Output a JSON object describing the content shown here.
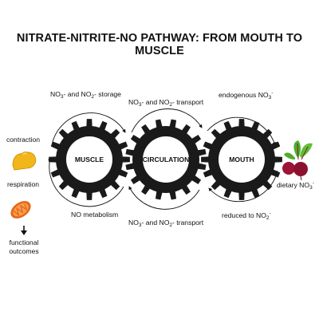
{
  "title": "NITRATE-NITRITE-NO PATHWAY: FROM MOUTH TO MUSCLE",
  "gears": {
    "muscle": "MUSCLE",
    "circulation": "CIRCULATION",
    "mouth": "MOUTH"
  },
  "labels": {
    "storage_a": "NO",
    "storage_a_sub": "3",
    "storage_b": "- and NO",
    "storage_b_sub": "2",
    "storage_c": "- storage",
    "transport_top_a": "NO",
    "transport_top_a_sub": "3",
    "transport_top_b": "- and NO",
    "transport_top_b_sub": "2",
    "transport_top_c": "- transport",
    "endogenous_a": "endogenous NO",
    "endogenous_sub": "3",
    "endogenous_sup": "-",
    "no_metabolism": "NO metabolism",
    "transport_bottom_a": "NO",
    "transport_bottom_a_sub": "3",
    "transport_bottom_b": "- and NO",
    "transport_bottom_b_sub": "2",
    "transport_bottom_c": "- transport",
    "reduced_a": "reduced to NO",
    "reduced_sub": "2",
    "reduced_sup": "-",
    "dietary_a": "dietary NO",
    "dietary_sub": "3",
    "dietary_sup": "-"
  },
  "outcomes": {
    "contraction": "contraction",
    "respiration": "respiration",
    "functional_1": "functional",
    "functional_2": "outcomes"
  },
  "icons": [
    "flexed-bicep-icon",
    "mitochondrion-icon",
    "down-arrow-icon",
    "beetroot-icon",
    "circular-arrow-icon"
  ],
  "colors": {
    "gear": "#1a1a1a",
    "gear_label": "#ffffff",
    "bicep": "#f2b51a",
    "mitochondrion": "#e8641b",
    "beet": "#9c1436",
    "leaf": "#4caf2a"
  }
}
